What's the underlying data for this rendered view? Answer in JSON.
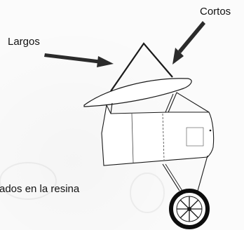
{
  "labels": {
    "largos": "Largos",
    "cortos": "Cortos",
    "caption": "ados en la resina"
  },
  "figure": {
    "subject": "aircraft-fuselage-with-struts-and-wheel",
    "line_color": "#1a1a1a",
    "arrow_fill": "#2b2b2b"
  }
}
